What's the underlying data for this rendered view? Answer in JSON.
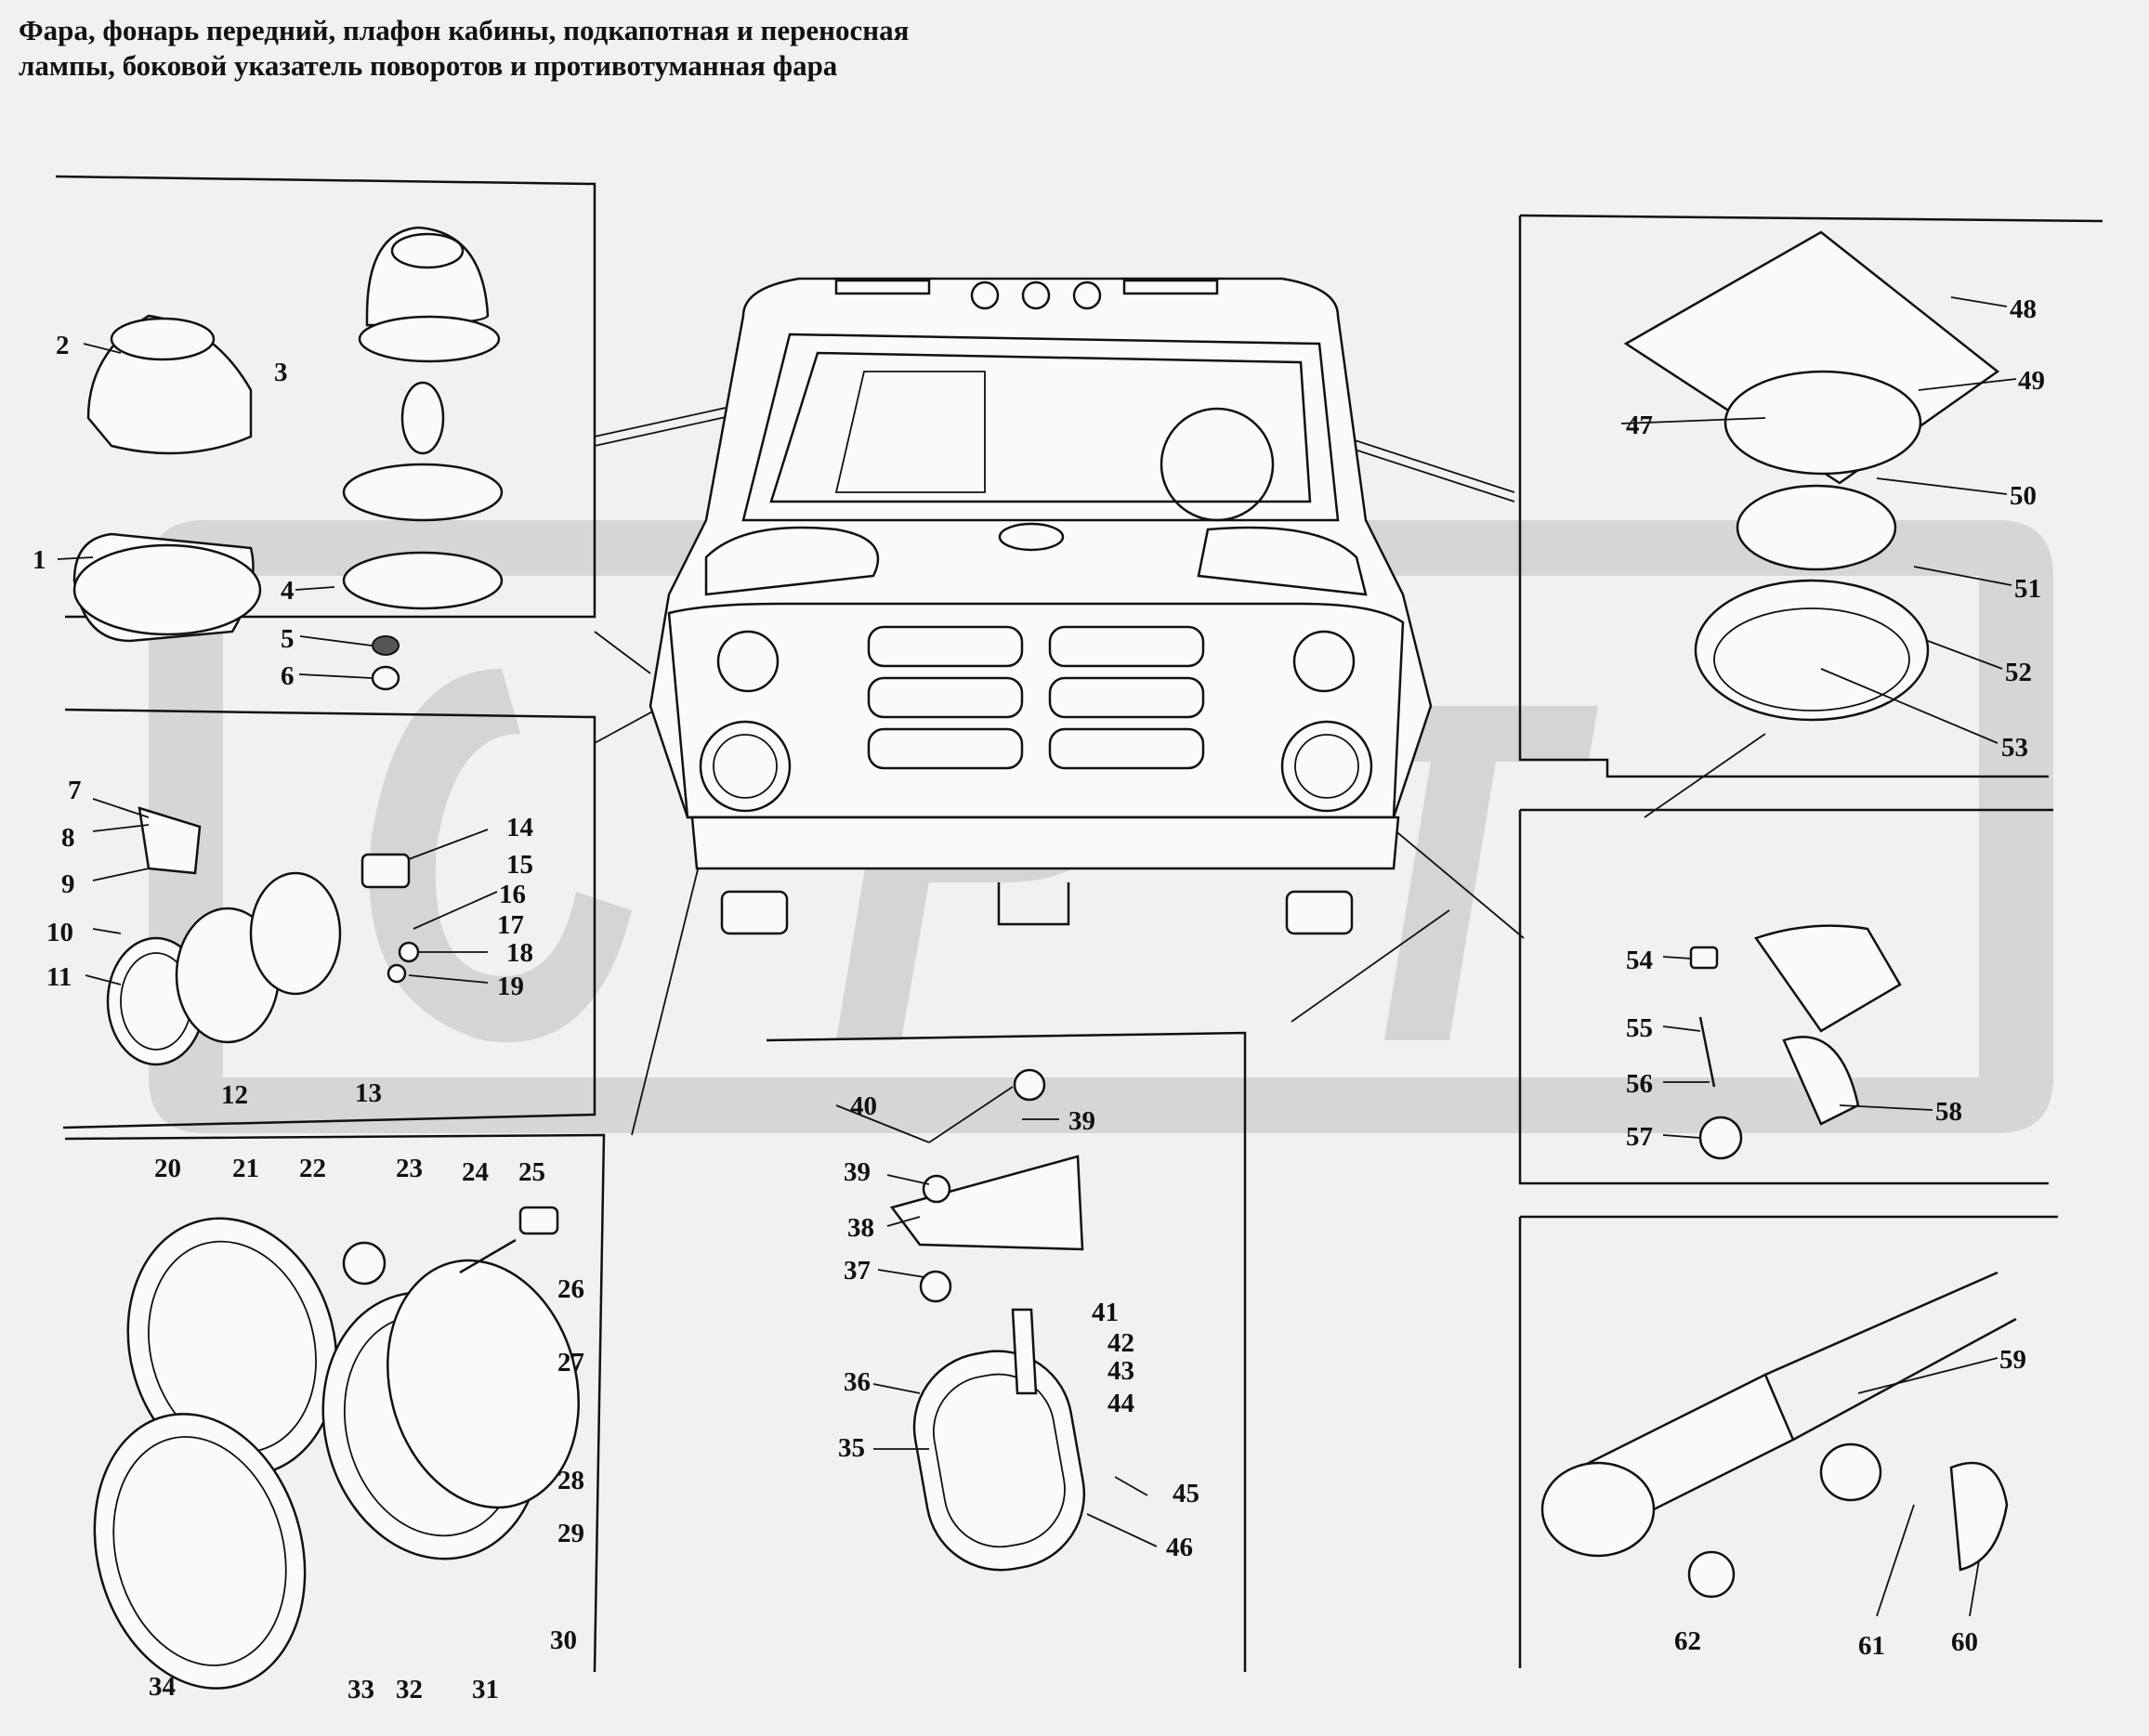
{
  "title": "Фара, фонарь передний, плафон кабины, подкапотная и переносная лампы, боковой указатель поворотов и противотуманная фара",
  "callouts": [
    "1",
    "2",
    "3",
    "4",
    "5",
    "6",
    "7",
    "8",
    "9",
    "10",
    "11",
    "12",
    "13",
    "14",
    "15",
    "16",
    "17",
    "18",
    "19",
    "20",
    "21",
    "22",
    "23",
    "24",
    "25",
    "26",
    "27",
    "28",
    "29",
    "30",
    "31",
    "32",
    "33",
    "34",
    "35",
    "36",
    "37",
    "38",
    "39",
    "39",
    "40",
    "41",
    "42",
    "43",
    "44",
    "45",
    "46",
    "47",
    "48",
    "49",
    "50",
    "51",
    "52",
    "53",
    "54",
    "55",
    "56",
    "57",
    "58",
    "59",
    "60",
    "61",
    "62"
  ]
}
